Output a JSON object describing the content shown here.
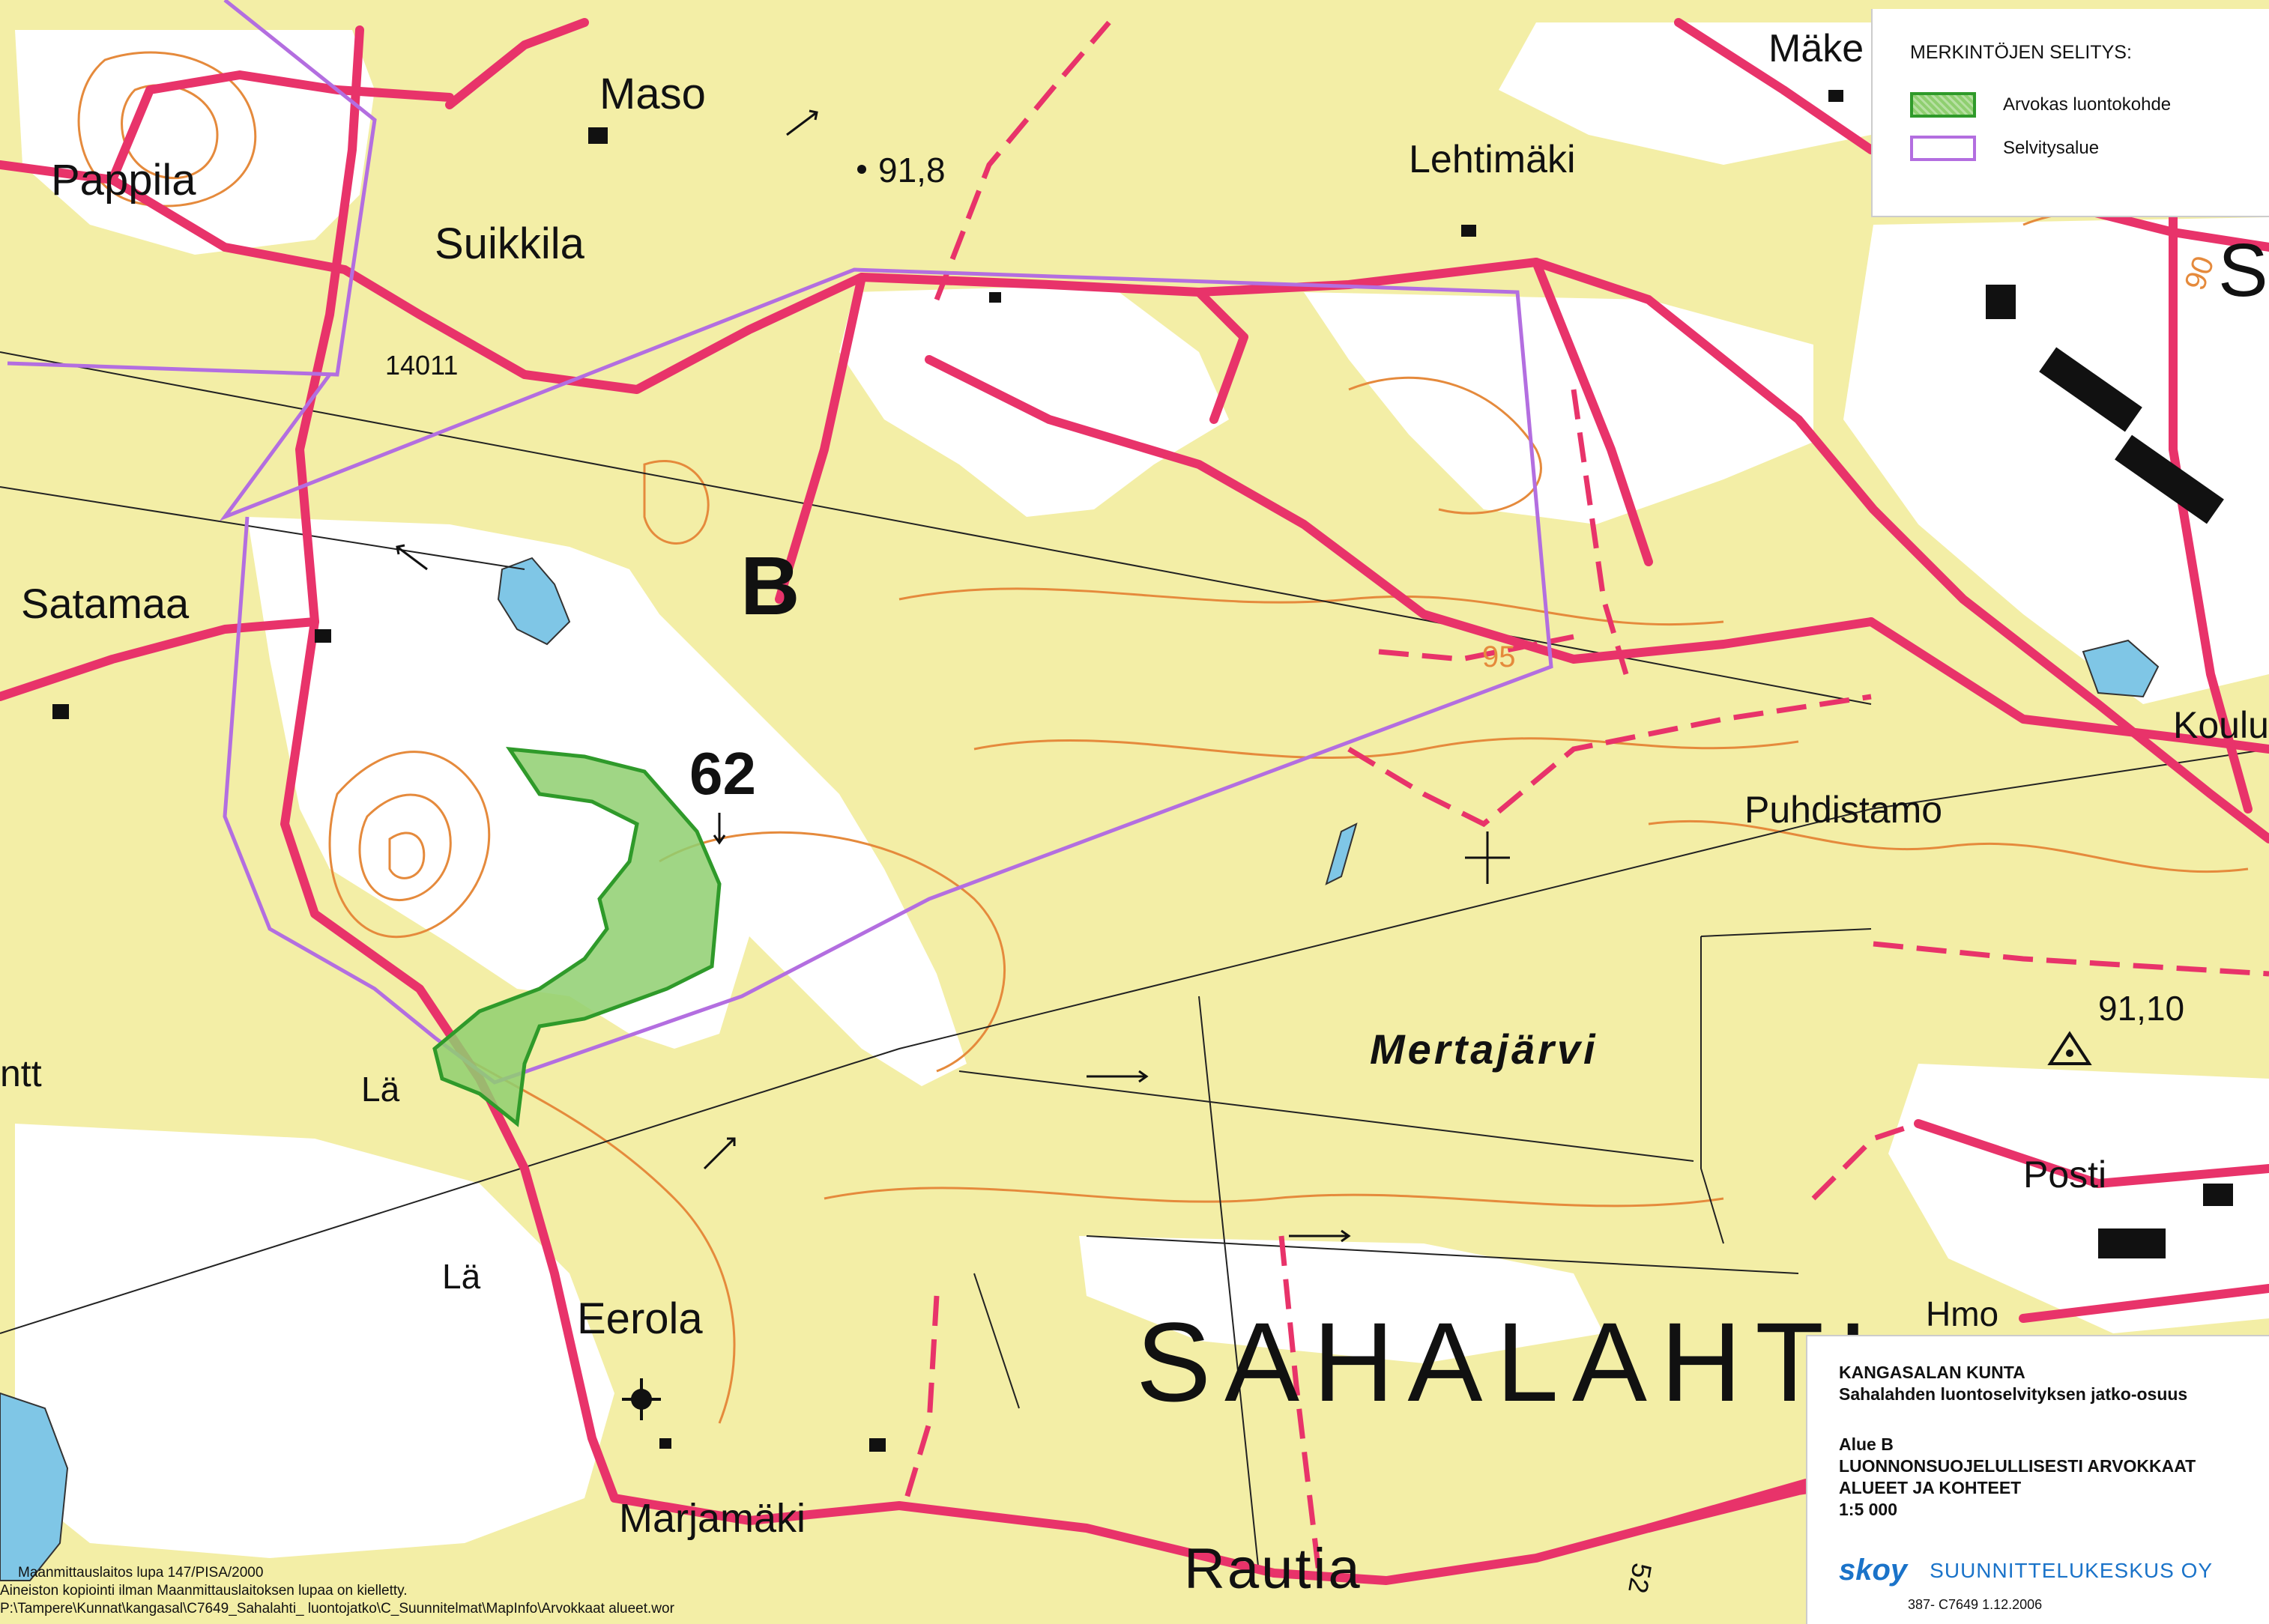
{
  "legend": {
    "title": "MERKINTÖJEN SELITYS:",
    "items": [
      {
        "label": "Arvokas luontokohde",
        "color": "#8fcf70"
      },
      {
        "label": "Selvitysalue",
        "color": "#b36ee0"
      }
    ]
  },
  "map": {
    "area_code": "B",
    "site_number": "62",
    "town_name": "SAHALAHTI",
    "place_names": {
      "pappila": "Pappila",
      "maso": "Maso",
      "suikkila": "Suikkila",
      "satamaa": "Satamaa",
      "lehtimaki": "Lehtimäki",
      "make": "Mäke",
      "koulu": "Koulu",
      "puhdistamo": "Puhdistamo",
      "mertajarvi": "Mertajärvi",
      "posti": "Posti",
      "hmo": "Hmo",
      "eerola": "Eerola",
      "marjamaki": "Marjamäki",
      "rautia": "Rautia",
      "la1": "Lä",
      "la2": "Lä",
      "ntt": "ntt",
      "s_edge": "S"
    },
    "spot_heights": {
      "h918": "91,8",
      "h9110": "91,10"
    },
    "road_number": "14011",
    "contour_95": "95",
    "contour_90": "90",
    "road_52": "52"
  },
  "title_block": {
    "municipality": "KANGASALAN KUNTA",
    "project": "Sahalahden luontoselvityksen jatko-osuus",
    "area": "Alue B",
    "subject_line1": "LUONNONSUOJELULLISESTI ARVOKKAAT",
    "subject_line2": "ALUEET JA KOHTEET",
    "scale": "1:5 000",
    "logo_text": "skoy",
    "company": "SUUNNITTELUKESKUS OY",
    "reference": "387- C7649 1.12.2006"
  },
  "copyright": {
    "line1": "Maanmittauslaitos lupa 147/PISA/2000",
    "line2": "Aineiston kopiointi ilman Maanmittauslaitoksen lupaa on kielletty.",
    "line3": "P:\\Tampere\\Kunnat\\kangasal\\C7649_Sahalahti_ luontojatko\\C_Suunnitelmat\\MapInfo\\Arvokkaat alueet.wor"
  },
  "colors": {
    "field": "#f3eea6",
    "forest": "#ffffff",
    "road": "#e8336a",
    "contour": "#e58a3c",
    "survey_boundary": "#b36ee0",
    "valuable_fill": "#8fcf70",
    "valuable_edge": "#2f9a2a",
    "water": "#7fc6e6"
  },
  "icons": [
    "arrow-icon",
    "spot-height-icon",
    "triangulation-point-icon",
    "church-icon",
    "building-icon",
    "crosshair-icon"
  ]
}
